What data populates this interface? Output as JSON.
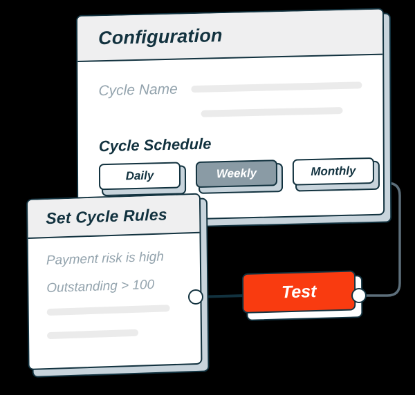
{
  "canvas": {
    "background": "#000000",
    "accent_red": "#f93b10",
    "ink": "#12323f",
    "muted_text": "#93a3ad",
    "header_fill": "#efeff0",
    "bevel": "#c8d4dc",
    "selected_fill": "#8a9ba5",
    "placeholder_bar": "#ebebeb"
  },
  "configuration_card": {
    "title": "Configuration",
    "fields": [
      {
        "label": "Cycle Name",
        "value": "",
        "placeholder_bars": 2
      }
    ],
    "schedule": {
      "label": "Cycle Schedule",
      "options": [
        {
          "label": "Daily",
          "selected": false
        },
        {
          "label": "Weekly",
          "selected": true
        },
        {
          "label": "Monthly",
          "selected": false
        }
      ],
      "selected_value": "Weekly"
    }
  },
  "rules_card": {
    "title": "Set Cycle Rules",
    "rules": [
      "Payment risk is high",
      "Outstanding > 100"
    ],
    "placeholder_bars": 2
  },
  "test_node": {
    "label": "Test",
    "color": "#f93b10",
    "ports": [
      {
        "name": "input-port",
        "side": "left"
      },
      {
        "name": "output-port",
        "side": "right"
      }
    ]
  },
  "connections": [
    {
      "from": "rules-card",
      "to": "test-node"
    },
    {
      "from": "test-node",
      "to": "configuration-card"
    }
  ]
}
